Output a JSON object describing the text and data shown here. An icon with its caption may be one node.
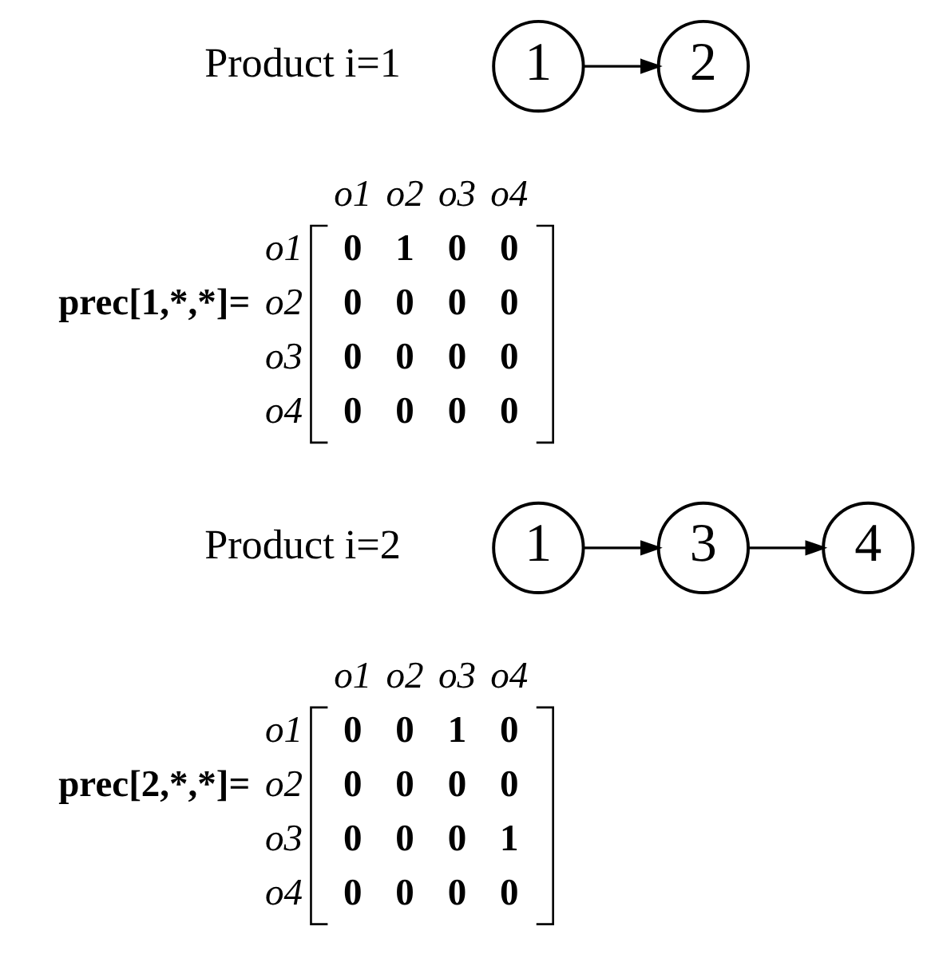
{
  "diagram": {
    "nodes": [
      {
        "text": [
          "1"
        ]
      },
      {
        "text": [
          "2"
        ]
      },
      {
        "text": [
          "1"
        ]
      },
      {
        "text": [
          "3"
        ]
      },
      {
        "text": [
          "4"
        ]
      }
    ],
    "edges": [
      {
        "from": 0,
        "to": 1,
        "arrow": "to"
      },
      {
        "from": 2,
        "to": 3,
        "arrow": "to"
      },
      {
        "from": 3,
        "to": 4,
        "arrow": "to"
      }
    ],
    "labels": [
      "Product i=1",
      "prec[1,*,*]=",
      "o1",
      "o2",
      "o3",
      "o4",
      "o1",
      "0",
      "1",
      "0",
      "0",
      "o2",
      "0",
      "0",
      "0",
      "0",
      "o3",
      "0",
      "0",
      "0",
      "0",
      "o4",
      "0",
      "0",
      "0",
      "0",
      "Product i=2",
      "prec[2,*,*]=",
      "o1",
      "o2",
      "o3",
      "o4",
      "o1",
      "0",
      "0",
      "1",
      "0",
      "o2",
      "0",
      "0",
      "0",
      "0",
      "o3",
      "0",
      "0",
      "0",
      "1",
      "o4",
      "0",
      "0",
      "0",
      "0"
    ]
  }
}
